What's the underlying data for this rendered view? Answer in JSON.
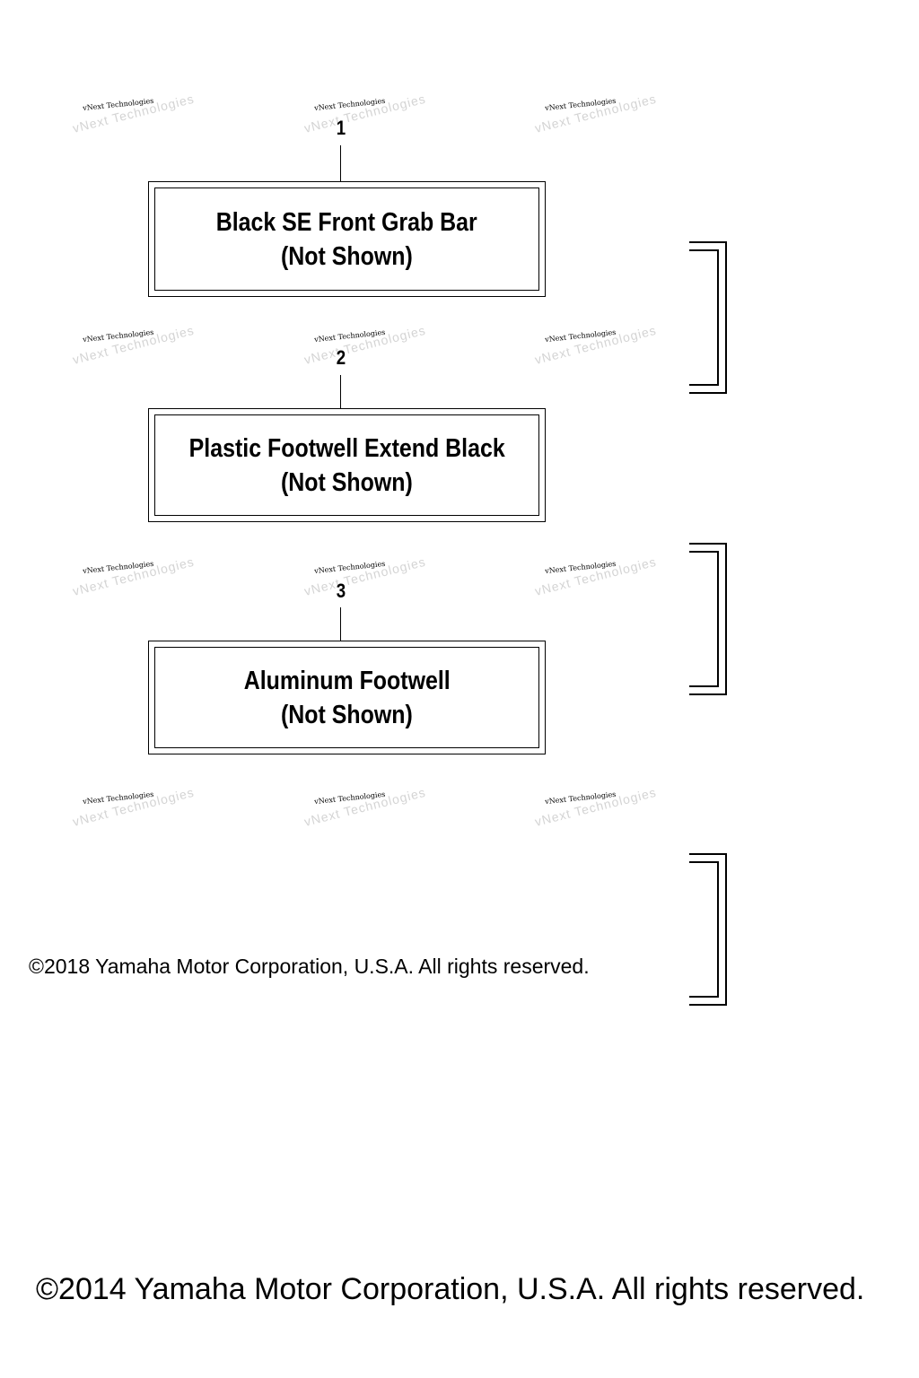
{
  "watermark": {
    "text": "vNext Technologies"
  },
  "parts": [
    {
      "callout": "1",
      "line1": "Black SE Front Grab Bar",
      "line2": "(Not Shown)"
    },
    {
      "callout": "2",
      "line1": "Plastic Footwell Extend Black",
      "line2": "(Not Shown)"
    },
    {
      "callout": "3",
      "line1": "Aluminum Footwell",
      "line2": "(Not Shown)"
    }
  ],
  "copyright_small": "©2018 Yamaha Motor Corporation, U.S.A. All rights reserved.",
  "copyright_large": "©2014 Yamaha Motor Corporation, U.S.A. All rights reserved."
}
